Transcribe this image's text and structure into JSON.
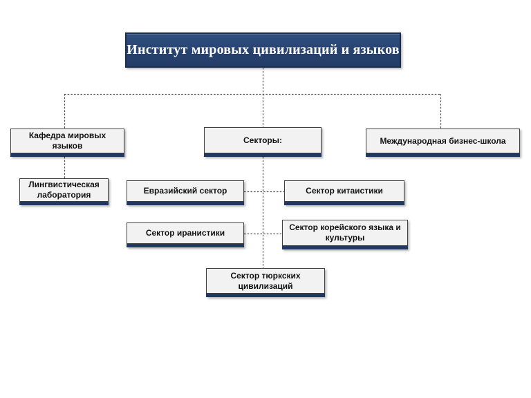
{
  "org": {
    "root": "Институт мировых цивилизаций и языков",
    "branches": [
      {
        "label": "Кафедра мировых языков",
        "children": [
          "Лингвистическая лаборатория"
        ]
      },
      {
        "label": "Секторы:",
        "children": [
          "Евразийский сектор",
          "Сектор китаистики",
          "Сектор иранистики",
          "Сектор корейского языка и культуры",
          "Сектор тюркских цивилизаций"
        ]
      },
      {
        "label": "Международная бизнес-школа",
        "children": []
      }
    ]
  },
  "colors": {
    "root_fill": "#27426F",
    "root_border": "#1C2D52",
    "root_text": "#FFFFFF",
    "node_fill": "#F2F2F2",
    "node_border": "#3F3F3F",
    "node_accent_bar": "#203864",
    "node_text": "#111111",
    "connector": "#4D4D4D",
    "background": "#FFFFFF"
  }
}
